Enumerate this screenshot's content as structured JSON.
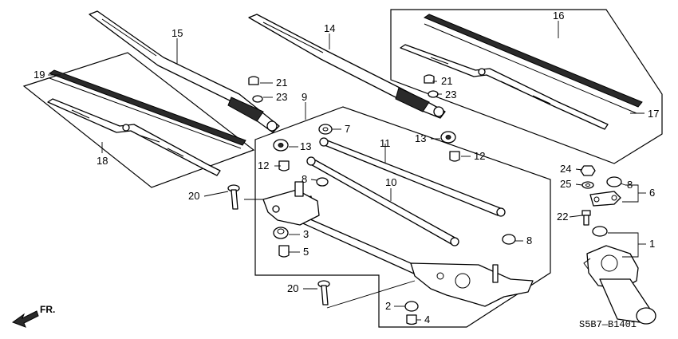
{
  "diagram": {
    "diagram_code": "S5B7—B1401",
    "direction_label": "FR.",
    "callouts": {
      "c1": "1",
      "c2": "2",
      "c3": "3",
      "c4": "4",
      "c5": "5",
      "c6": "6",
      "c7": "7",
      "c8a": "8",
      "c8b": "8",
      "c8c": "8",
      "c9": "9",
      "c10": "10",
      "c11": "11",
      "c12a": "12",
      "c12b": "12",
      "c13a": "13",
      "c13b": "13",
      "c14": "14",
      "c15": "15",
      "c16": "16",
      "c17": "17",
      "c18": "18",
      "c19": "19",
      "c20a": "20",
      "c20b": "20",
      "c21a": "21",
      "c21b": "21",
      "c22": "22",
      "c23a": "23",
      "c23b": "23",
      "c24": "24",
      "c25": "25"
    }
  }
}
